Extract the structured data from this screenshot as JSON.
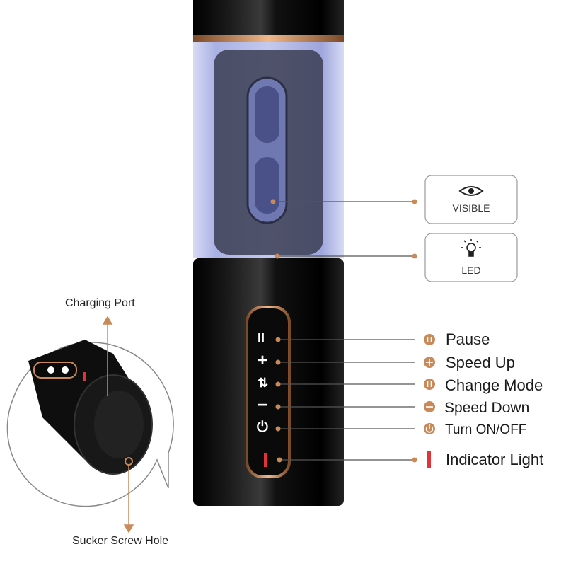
{
  "features": {
    "visible": {
      "label": "VISIBLE",
      "icon": "eye-icon"
    },
    "led": {
      "label": "LED",
      "icon": "light-bulb-icon"
    }
  },
  "buttons": {
    "pause": {
      "symbol": "II",
      "label": "Pause",
      "icon": "pause-icon"
    },
    "speed_up": {
      "symbol": "+",
      "label": "Speed Up",
      "icon": "plus-icon"
    },
    "change_mode": {
      "symbol": "⇅",
      "label": "Change Mode",
      "icon": "mode-icon"
    },
    "speed_down": {
      "symbol": "−",
      "label": "Speed Down",
      "icon": "minus-icon"
    },
    "power": {
      "symbol": "⏻",
      "label": "Turn ON/OFF",
      "icon": "power-icon"
    },
    "indicator": {
      "label": "Indicator Light",
      "icon": "indicator-light-icon"
    }
  },
  "inset": {
    "charging_port": "Charging Port",
    "sucker_screw_hole": "Sucker Screw Hole"
  },
  "colors": {
    "accent": "#c98a5a",
    "indicator": "#e0343a",
    "body": "#0c0c0c",
    "sleeve": "#c7cdf2"
  }
}
